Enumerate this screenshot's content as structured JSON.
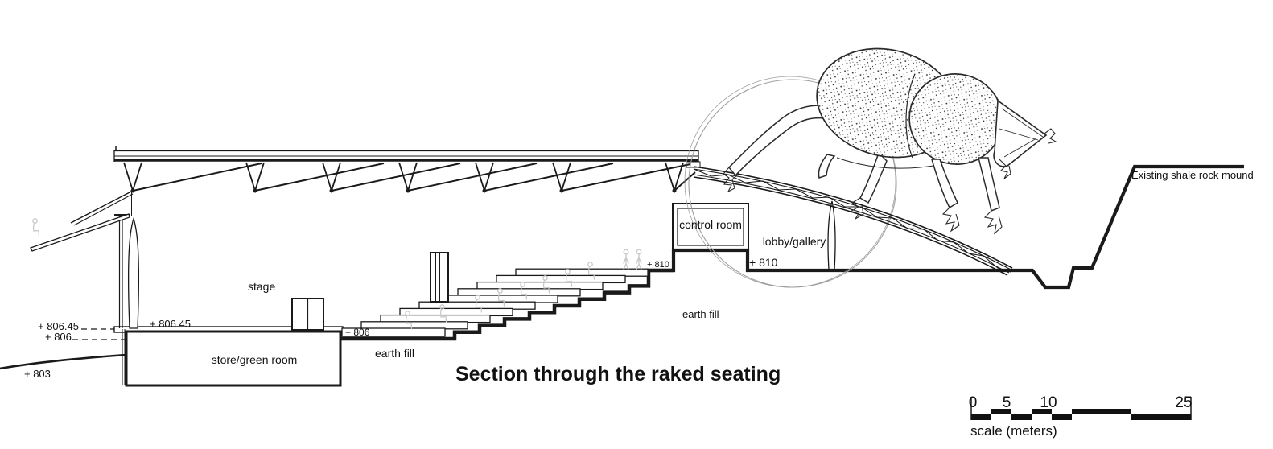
{
  "drawing": {
    "title": "Section through the raked seating",
    "labels": {
      "stage": "stage",
      "store_green_room": "store/green room",
      "earth_fill_left": "earth fill",
      "earth_fill_right": "earth fill",
      "control_room": "control room",
      "lobby_gallery": "lobby/gallery",
      "existing_mound": "Existing shale rock mound"
    },
    "elevations": {
      "left_floor": "+ 806.45",
      "left_base": "+ 806",
      "left_ground": "+ 803",
      "stage_floor": "+ 806.45",
      "seating_base": "+ 806",
      "seating_top": "+ 810",
      "lobby_floor": "+ 810"
    },
    "scale_bar": {
      "ticks": [
        "0",
        "5",
        "10",
        "25"
      ],
      "caption": "scale (meters)"
    },
    "colors": {
      "line": "#1a1a1a",
      "sketch": "#9e9e9e",
      "faint_figure": "#c9c9c9",
      "beetle_line": "#2a2a2a"
    }
  }
}
